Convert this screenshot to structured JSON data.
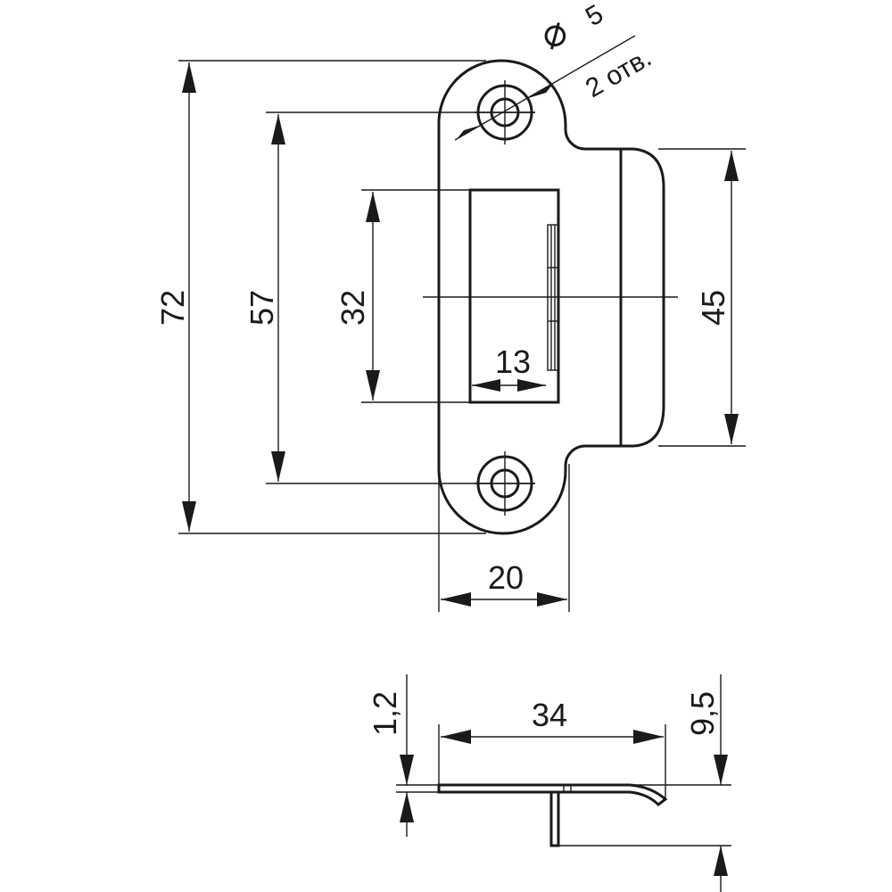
{
  "drawing": {
    "front_view": {
      "dim_height_total": "72",
      "dim_hole_spacing": "57",
      "dim_opening_height": "32",
      "dim_lip_height": "45",
      "dim_opening_depth": "13",
      "dim_plate_width": "20",
      "hole_diameter": "5",
      "hole_diameter_symbol": "⌀",
      "hole_count_note": "2 отв."
    },
    "side_view": {
      "dim_length": "34",
      "dim_thickness": "1,2",
      "dim_depth": "9,5"
    },
    "colors": {
      "line": "#1a1a1a",
      "background": "#ffffff"
    }
  }
}
